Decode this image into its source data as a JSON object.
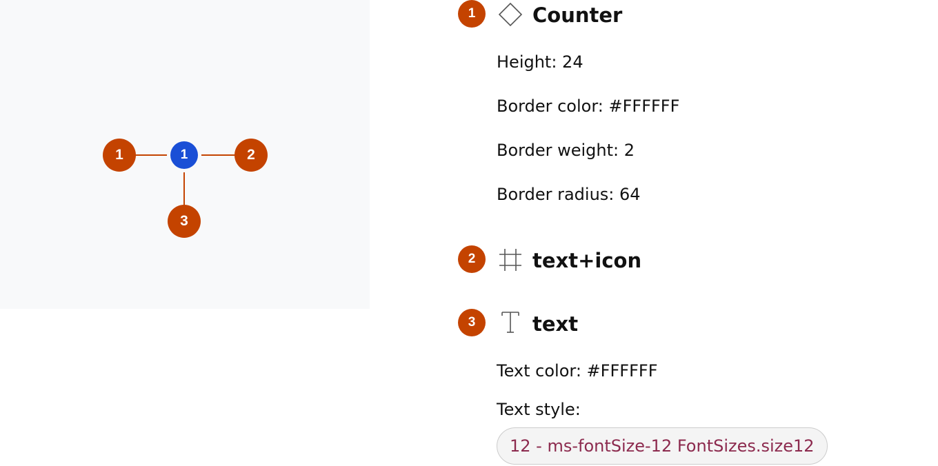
{
  "diagram": {
    "center_marker": "1",
    "callouts": [
      "1",
      "2",
      "3"
    ],
    "colors": {
      "callout": "#c44300",
      "center": "#1a4fd6",
      "line": "#c44300",
      "background": "#f8f9fa"
    }
  },
  "sections": [
    {
      "number": "1",
      "icon": "diamond-icon",
      "title": "Counter",
      "properties": [
        "Height: 24",
        "Border color: #FFFFFF",
        "Border weight: 2",
        "Border radius: 64"
      ]
    },
    {
      "number": "2",
      "icon": "frame-icon",
      "title": "text+icon"
    },
    {
      "number": "3",
      "icon": "text-icon",
      "title": "text",
      "properties": [
        "Text color: #FFFFFF",
        "Text style:"
      ],
      "token": "12 - ms-fontSize-12 FontSizes.size12"
    }
  ]
}
